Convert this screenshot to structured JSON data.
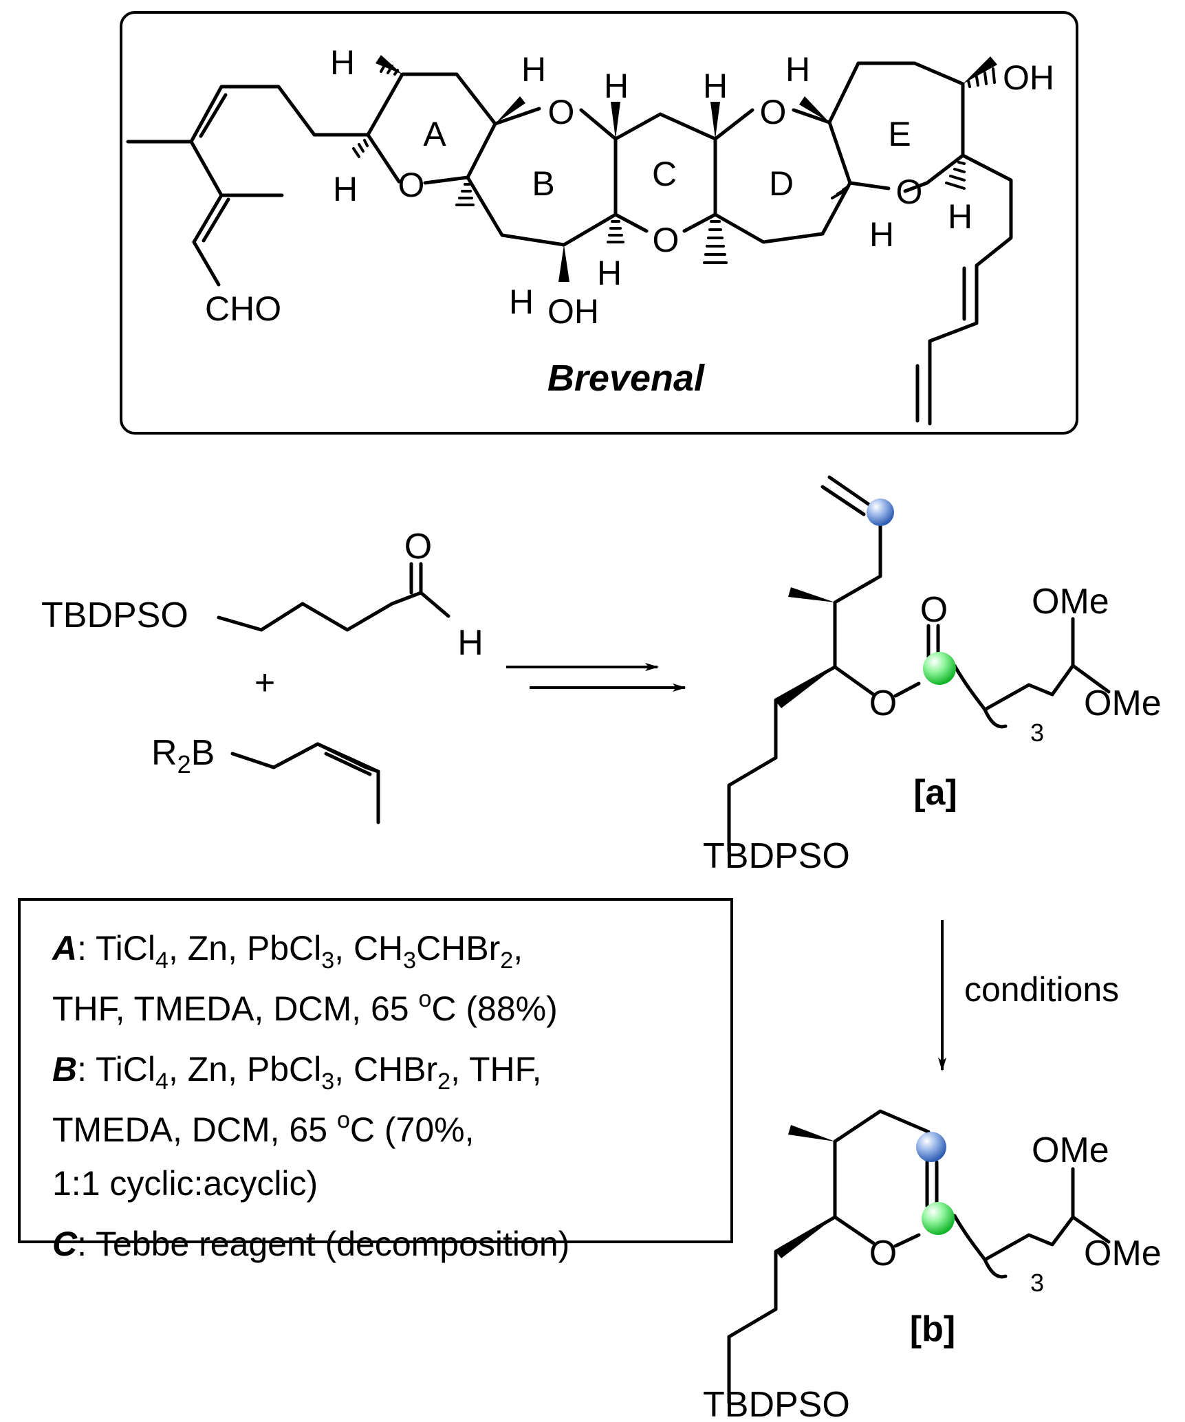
{
  "brevenal": {
    "name": "Brevenal",
    "ring_labels": [
      "A",
      "B",
      "C",
      "D",
      "E"
    ],
    "aldehyde": "CHO",
    "oh_right": "OH",
    "oh_bottom": "OH",
    "atom_H": "H",
    "atom_O": "O"
  },
  "reactants": {
    "aldehyde_protect": "TBDPSO",
    "carbonyl_O": "O",
    "aldehyde_H": "H",
    "plus": "+",
    "borane_R": "R",
    "borane_sub": "2",
    "borane_B": "B"
  },
  "compound_a": {
    "label": "[a]",
    "protect": "TBDPSO",
    "carbonyl_O": "O",
    "ester_O": "O",
    "ome1": "OMe",
    "ome2": "OMe",
    "subscript": "3"
  },
  "compound_b": {
    "label": "[b]",
    "protect": "TBDPSO",
    "ring_O": "O",
    "ome1": "OMe",
    "ome2": "OMe",
    "subscript": "3"
  },
  "arrow_label": "conditions",
  "conditions": {
    "A_letter": "A",
    "A_text1_a": ": TiCl",
    "A_sub1": "4",
    "A_text1_b": ", Zn, PbCl",
    "A_sub2": "3",
    "A_text1_c": ", CH",
    "A_sub3": "3",
    "A_text1_d": "CHBr",
    "A_sub4": "2",
    "A_text1_e": ",",
    "A_text2_a": "THF, TMEDA, DCM, 65 ",
    "A_sup": "o",
    "A_text2_b": "C (88%)",
    "B_letter": "B",
    "B_text1_a": ": TiCl",
    "B_sub1": "4",
    "B_text1_b": ", Zn, PbCl",
    "B_sub2": "3",
    "B_text1_c": ", CHBr",
    "B_sub3": "2",
    "B_text1_d": ", THF,",
    "B_text2_a": "TMEDA, DCM, 65 ",
    "B_sup": "o",
    "B_text2_b": "C (70%,",
    "B_text3": "1:1 cyclic:acyclic)",
    "C_letter": "C",
    "C_text": ": Tebbe reagent (decomposition)"
  },
  "colors": {
    "blue_atom": "#3f6fc8",
    "green_atom": "#2ecc40"
  }
}
